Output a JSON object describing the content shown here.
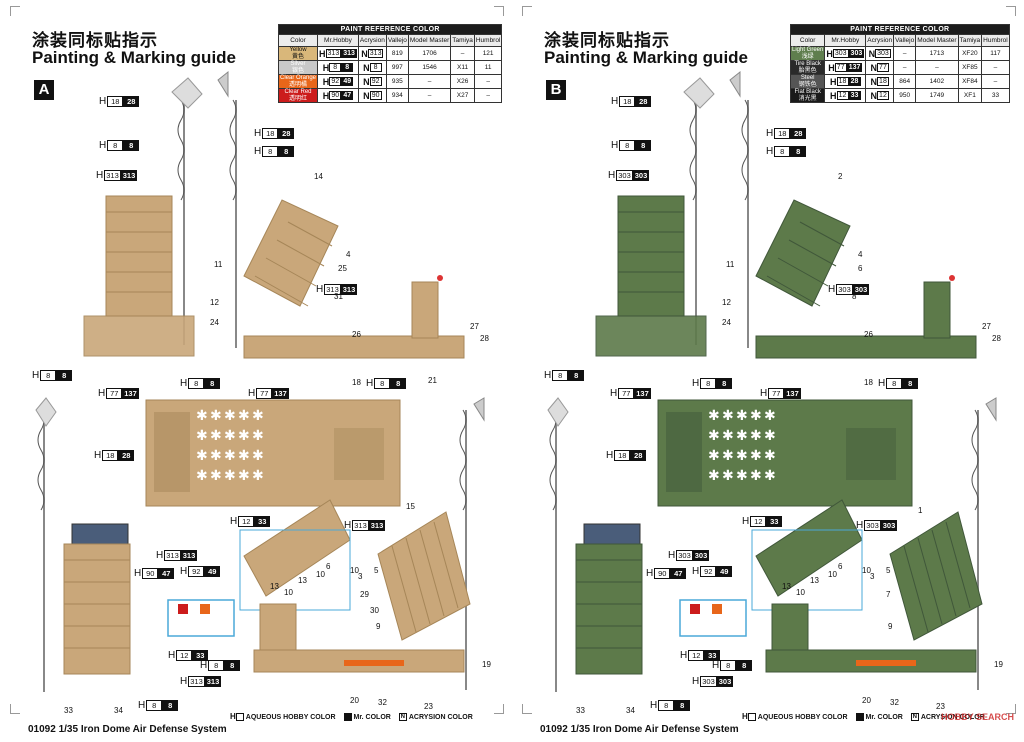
{
  "pages": [
    {
      "id": "A",
      "letter": "A",
      "title_cn": "涂装同标贴指示",
      "title_en": "Painting & Marking guide"
    },
    {
      "id": "B",
      "letter": "B",
      "title_cn": "涂装同标贴指示",
      "title_en": "Painting & Marking guide"
    }
  ],
  "paint_table_header": "PAINT  REFERENCE COLOR",
  "columns": [
    "Color",
    "Mr.Hobby",
    "Acrysion",
    "Vallejo",
    "Model Master",
    "Tamiya",
    "Humbrol"
  ],
  "paint_A": [
    {
      "name": "Yellow",
      "cn": "黄色",
      "swatch": "#d9b77a",
      "mr": "313",
      "mr2": "313",
      "ac": "313",
      "vallejo": "819",
      "mm": "1706",
      "tamiya": "–",
      "humbrol": "121"
    },
    {
      "name": "Silver",
      "cn": "银色",
      "swatch": "#c8c8c8",
      "mr": "8",
      "mr2": "8",
      "ac": "8",
      "vallejo": "997",
      "mm": "1546",
      "tamiya": "X11",
      "humbrol": "11"
    },
    {
      "name": "Clear Orange",
      "cn": "透明橘",
      "swatch": "#e8661a",
      "mr": "92",
      "mr2": "49",
      "ac": "92",
      "vallejo": "935",
      "mm": "–",
      "tamiya": "X26",
      "humbrol": "–"
    },
    {
      "name": "Clear Red",
      "cn": "透明红",
      "swatch": "#cc1c1c",
      "mr": "90",
      "mr2": "47",
      "ac": "90",
      "vallejo": "934",
      "mm": "–",
      "tamiya": "X27",
      "humbrol": "–"
    }
  ],
  "paint_B": [
    {
      "name": "Light Green",
      "cn": "浅绿",
      "swatch": "#5f7e4e",
      "mr": "303",
      "mr2": "303",
      "ac": "303",
      "vallejo": "–",
      "mm": "1713",
      "tamiya": "XF20",
      "humbrol": "117"
    },
    {
      "name": "Tire Black",
      "cn": "胎黑色",
      "swatch": "#2a2a2a",
      "mr": "77",
      "mr2": "137",
      "ac": "77",
      "vallejo": "–",
      "mm": "–",
      "tamiya": "XF85",
      "humbrol": "–"
    },
    {
      "name": "Steel",
      "cn": "钢铁色",
      "swatch": "#555555",
      "mr": "18",
      "mr2": "28",
      "ac": "18",
      "vallejo": "864",
      "mm": "1402",
      "tamiya": "XF84",
      "humbrol": "–"
    },
    {
      "name": "Flat Black",
      "cn": "消光黑",
      "swatch": "#1a1a1a",
      "mr": "12",
      "mr2": "33",
      "ac": "12",
      "vallejo": "950",
      "mm": "1749",
      "tamiya": "XF1",
      "humbrol": "33"
    }
  ],
  "callouts_A": [
    {
      "k": "H",
      "a": "18",
      "b": "28"
    },
    {
      "k": "H",
      "a": "8",
      "b": "8"
    },
    {
      "k": "H",
      "a": "313",
      "b": "313"
    },
    {
      "k": "H",
      "a": "18",
      "b": "28"
    },
    {
      "k": "H",
      "a": "8",
      "b": "8"
    },
    {
      "k": "H",
      "a": "313",
      "b": "313"
    },
    {
      "k": "H",
      "a": "8",
      "b": "8"
    },
    {
      "k": "H",
      "a": "77",
      "b": "137"
    },
    {
      "k": "H",
      "a": "8",
      "b": "8"
    },
    {
      "k": "H",
      "a": "77",
      "b": "137"
    },
    {
      "k": "H",
      "a": "8",
      "b": "8"
    },
    {
      "k": "H",
      "a": "18",
      "b": "28"
    },
    {
      "k": "H",
      "a": "12",
      "b": "33"
    },
    {
      "k": "H",
      "a": "313",
      "b": "313"
    },
    {
      "k": "H",
      "a": "313",
      "b": "313"
    },
    {
      "k": "H",
      "a": "90",
      "b": "47"
    },
    {
      "k": "H",
      "a": "92",
      "b": "49"
    },
    {
      "k": "H",
      "a": "12",
      "b": "33"
    },
    {
      "k": "H",
      "a": "8",
      "b": "8"
    },
    {
      "k": "H",
      "a": "313",
      "b": "313"
    },
    {
      "k": "H",
      "a": "8",
      "b": "8"
    }
  ],
  "callouts_B": [
    {
      "k": "H",
      "a": "18",
      "b": "28"
    },
    {
      "k": "H",
      "a": "8",
      "b": "8"
    },
    {
      "k": "H",
      "a": "303",
      "b": "303"
    },
    {
      "k": "H",
      "a": "18",
      "b": "28"
    },
    {
      "k": "H",
      "a": "8",
      "b": "8"
    },
    {
      "k": "H",
      "a": "303",
      "b": "303"
    },
    {
      "k": "H",
      "a": "8",
      "b": "8"
    },
    {
      "k": "H",
      "a": "77",
      "b": "137"
    },
    {
      "k": "H",
      "a": "8",
      "b": "8"
    },
    {
      "k": "H",
      "a": "77",
      "b": "137"
    },
    {
      "k": "H",
      "a": "8",
      "b": "8"
    },
    {
      "k": "H",
      "a": "18",
      "b": "28"
    },
    {
      "k": "H",
      "a": "12",
      "b": "33"
    },
    {
      "k": "H",
      "a": "303",
      "b": "303"
    },
    {
      "k": "H",
      "a": "303",
      "b": "303"
    },
    {
      "k": "H",
      "a": "90",
      "b": "47"
    },
    {
      "k": "H",
      "a": "92",
      "b": "49"
    },
    {
      "k": "H",
      "a": "12",
      "b": "33"
    },
    {
      "k": "H",
      "a": "8",
      "b": "8"
    },
    {
      "k": "H",
      "a": "303",
      "b": "303"
    },
    {
      "k": "H",
      "a": "8",
      "b": "8"
    }
  ],
  "numbers_A": [
    "14",
    "11",
    "4",
    "25",
    "12",
    "31",
    "24",
    "26",
    "27",
    "28",
    "18",
    "21",
    "15",
    "10",
    "13",
    "10",
    "13",
    "10",
    "6",
    "5",
    "3",
    "29",
    "30",
    "9",
    "33",
    "34",
    "20",
    "32",
    "23",
    "19"
  ],
  "numbers_B": [
    "2",
    "11",
    "4",
    "6",
    "12",
    "8",
    "24",
    "26",
    "27",
    "28",
    "18",
    "1",
    "10",
    "13",
    "10",
    "13",
    "10",
    "6",
    "5",
    "3",
    "7",
    "9",
    "33",
    "34",
    "20",
    "32",
    "23",
    "19"
  ],
  "footer": "01092 1/35  Iron Dome Air Defense System",
  "legend": {
    "h": "AQUEOUS HOBBY COLOR",
    "m": "Mr. COLOR",
    "n": "ACRYSION COLOR"
  },
  "watermark": "HOBBY SEARCH",
  "colors": {
    "sand": "#c9a77a",
    "sand_dark": "#a68658",
    "green": "#5d7a4a",
    "green_dark": "#40573a",
    "highlight": "#4aa8d8"
  }
}
